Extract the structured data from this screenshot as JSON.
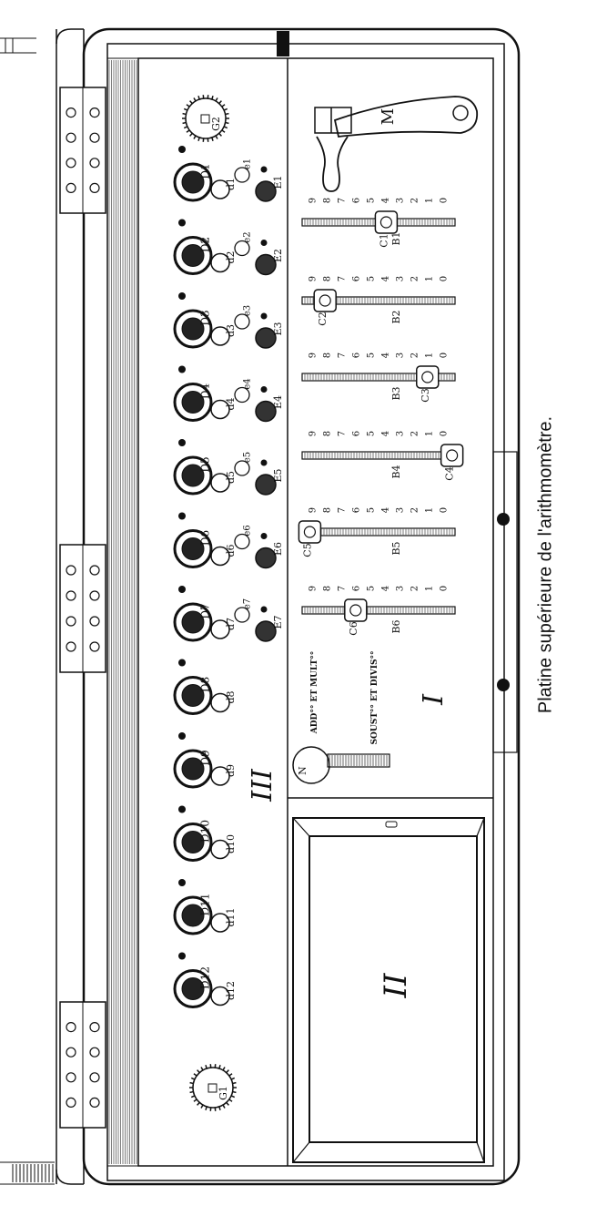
{
  "caption": "Platine supérieure de l'arithmomètre.",
  "colors": {
    "ink": "#111111",
    "paper": "#ffffff",
    "stripe": "#7e7e7e"
  },
  "result_row": {
    "top": [
      {
        "D": "D1",
        "d": "d1",
        "e": "e1",
        "E": "E1"
      },
      {
        "D": "D2",
        "d": "d2",
        "e": "e2",
        "E": "E2"
      },
      {
        "D": "D3",
        "d": "d3",
        "e": "e3",
        "E": "E3"
      },
      {
        "D": "D4",
        "d": "d4",
        "e": "e4",
        "E": "E4"
      },
      {
        "D": "D5",
        "d": "d5",
        "e": "e5",
        "E": "E5"
      },
      {
        "D": "D6",
        "d": "d6",
        "e": "e6",
        "E": "E6"
      },
      {
        "D": "D7",
        "d": "d7",
        "e": "e7",
        "E": "E7"
      }
    ],
    "bottom": [
      {
        "D": "D8",
        "d": "d8"
      },
      {
        "D": "D9",
        "d": "d9"
      },
      {
        "D": "D10",
        "d": "d10"
      },
      {
        "D": "D11",
        "d": "d11"
      },
      {
        "D": "D12",
        "d": "d12"
      }
    ],
    "knob_top": "G2",
    "knob_bottom": "G1",
    "roman_III": "III"
  },
  "sliders": [
    {
      "C": "C1",
      "B": "B1"
    },
    {
      "C": "C2",
      "B": "B2"
    },
    {
      "C": "C3",
      "B": "B3"
    },
    {
      "C": "C4",
      "B": "B4"
    },
    {
      "C": "C5",
      "B": "B5"
    },
    {
      "C": "C6",
      "B": "B6"
    }
  ],
  "digits": [
    "9",
    "8",
    "7",
    "6",
    "5",
    "4",
    "3",
    "2",
    "1",
    "0"
  ],
  "crank_label": "M",
  "mode_labels": {
    "add": "ADD°° ET MULT°°",
    "sub": "SOUST°° ET DIVIS°°",
    "n": "N"
  },
  "roman_I": "I",
  "roman_II": "II"
}
